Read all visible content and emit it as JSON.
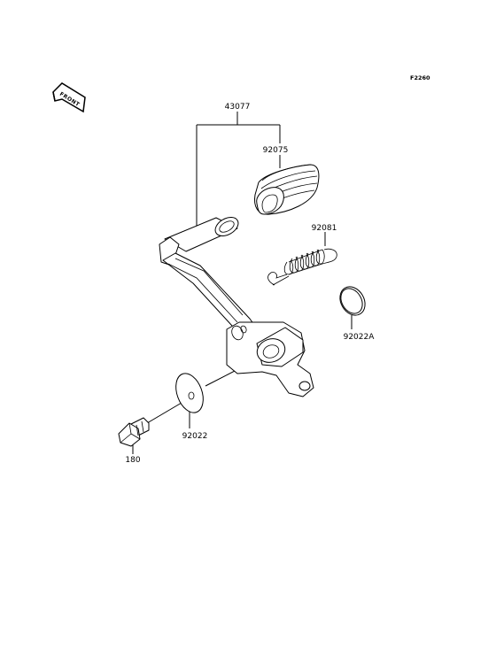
{
  "diagram": {
    "code": "F2260",
    "front_label": "FRONT",
    "parts": [
      {
        "id": "pedal",
        "number": "43077"
      },
      {
        "id": "rubber",
        "number": "92075"
      },
      {
        "id": "spring",
        "number": "92081"
      },
      {
        "id": "washer-small",
        "number": "92022A"
      },
      {
        "id": "washer",
        "number": "92022"
      },
      {
        "id": "bolt",
        "number": "180"
      }
    ]
  }
}
